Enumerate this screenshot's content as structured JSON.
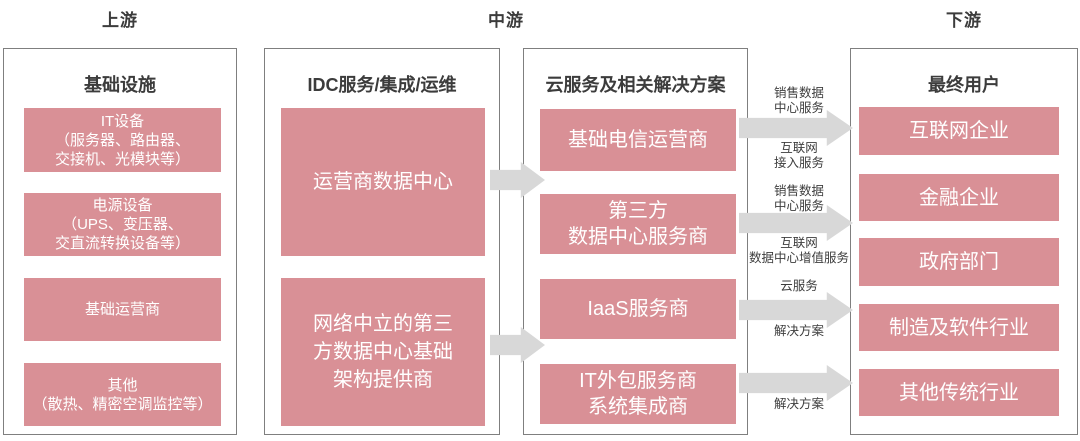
{
  "stages": [
    {
      "label": "上游"
    },
    {
      "label": "中游"
    },
    {
      "label": "下游"
    }
  ],
  "columns": [
    {
      "title": "基础设施",
      "items": [
        "IT设备\n（服务器、路由器、\n交接机、光模块等）",
        "电源设备\n（UPS、变压器、\n交直流转换设备等）",
        "基础运营商",
        "其他\n（散热、精密空调监控等）"
      ]
    },
    {
      "title": "IDC服务/集成/运维",
      "items": [
        "运营商数据中心",
        "网络中立的第三\n方数据中心基础\n架构提供商"
      ]
    },
    {
      "title": "云服务及相关解决方案",
      "items": [
        "基础电信运营商",
        "第三方\n数据中心服务商",
        "IaaS服务商",
        "IT外包服务商\n系统集成商"
      ]
    },
    {
      "title": "最终用户",
      "items": [
        "互联网企业",
        "金融企业",
        "政府部门",
        "制造及软件行业",
        "其他传统行业"
      ]
    }
  ],
  "flow_labels": [
    "销售数据\n中心服务",
    "互联网\n接入服务",
    "销售数据\n中心服务",
    "互联网\n数据中心增值服务",
    "云服务",
    "解决方案",
    "解决方案"
  ],
  "colors": {
    "box_pink": "#d99096",
    "arrow_gray": "#d8d8d8",
    "border_gray": "#7f7f7f",
    "text_dark": "#3c3c3c"
  }
}
